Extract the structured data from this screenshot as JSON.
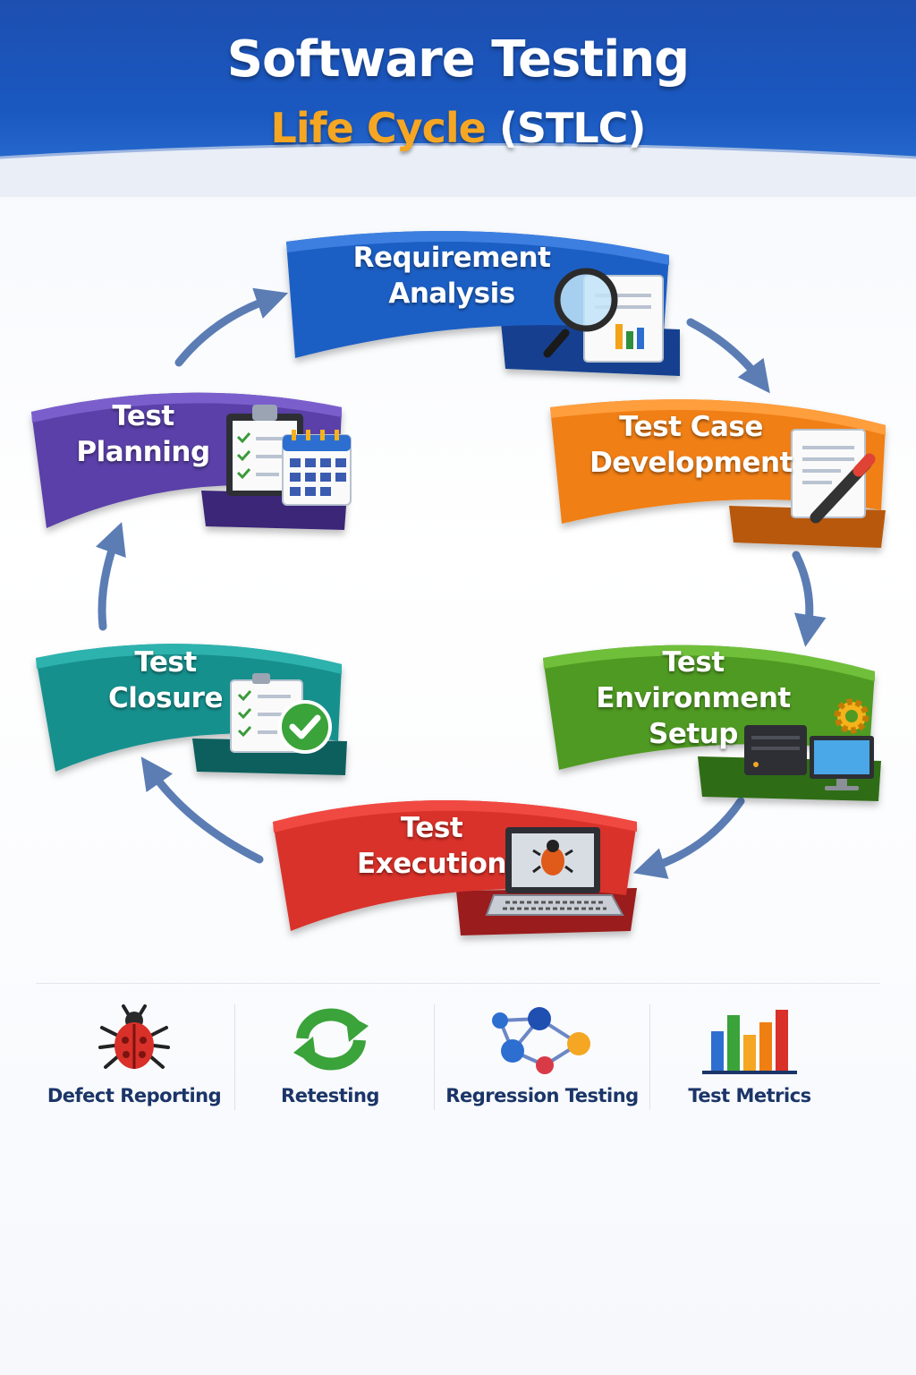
{
  "title": {
    "line1": "Software Testing",
    "line2_accent": "Life Cycle",
    "line2_plain": "(STLC)"
  },
  "stages": [
    {
      "id": "requirement-analysis",
      "line1": "Requirement",
      "line2": "Analysis",
      "color": "#1f5fc4",
      "icon": "magnifier-document-icon"
    },
    {
      "id": "test-case-development",
      "line1": "Test Case",
      "line2": "Development",
      "color": "#f07f12",
      "icon": "document-pencil-icon"
    },
    {
      "id": "test-environment-setup",
      "line1": "Test",
      "line2": "Environment Setup",
      "color": "#4f9a22",
      "icon": "computer-gear-icon"
    },
    {
      "id": "test-execution",
      "line1": "Test",
      "line2": "Execution",
      "color": "#d9302a",
      "icon": "laptop-bug-icon"
    },
    {
      "id": "test-closure",
      "line1": "Test",
      "line2": "Closure",
      "color": "#18908d",
      "icon": "checklist-checkmark-icon"
    },
    {
      "id": "test-planning",
      "line1": "Test",
      "line2": "Planning",
      "color": "#5a3fa8",
      "icon": "clipboard-calendar-icon"
    }
  ],
  "features": [
    {
      "label": "Defect Reporting",
      "icon": "bug-icon"
    },
    {
      "label": "Retesting",
      "icon": "refresh-arrows-icon"
    },
    {
      "label": "Regression Testing",
      "icon": "network-nodes-icon"
    },
    {
      "label": "Test Metrics",
      "icon": "bar-chart-icon"
    }
  ],
  "colors": {
    "header": "#1d4fb0",
    "accent": "#f5a623",
    "arrow": "#5b7db4",
    "feature_text": "#1b3568"
  }
}
